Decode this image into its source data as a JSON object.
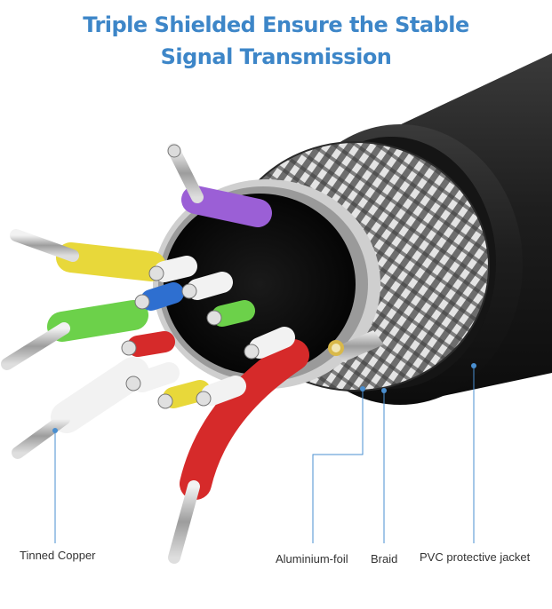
{
  "title": {
    "line1": "Triple Shielded Ensure the Stable",
    "line2": "Signal Transmission"
  },
  "labels": {
    "tinned_copper": "Tinned Copper",
    "aluminium_foil": "Aluminium-foil",
    "braid": "Braid",
    "pvc_jacket": "PVC protective jacket"
  },
  "colors": {
    "title": "#3d86c8",
    "leader_line": "#4a8fd0",
    "jacket": "#222222",
    "wire_purple": "#9b5fd6",
    "wire_yellow": "#e8d83a",
    "wire_green": "#6cd14a",
    "wire_white": "#f2f2f2",
    "wire_red": "#d62a2a",
    "wire_blue": "#2e6fd0"
  }
}
